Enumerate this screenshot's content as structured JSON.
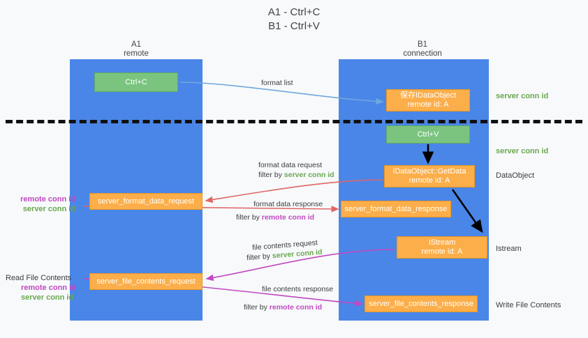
{
  "title": {
    "line1": "A1 - Ctrl+C",
    "line2": "B1 - Ctrl+V"
  },
  "columns": {
    "a": {
      "name": "A1",
      "role": "remote"
    },
    "b": {
      "name": "B1",
      "role": "connection"
    }
  },
  "boxes": {
    "ctrl_c": "Ctrl+C",
    "ctrl_v": "Ctrl+V",
    "idataobject_title": "保存IDataObject",
    "idataobject_sub": "remote id: A",
    "getdata_title": "IDataObject::GetData",
    "getdata_sub": "remote id: A",
    "istream_title": "IStream",
    "istream_sub": "remote id: A",
    "server_format_data_request": "server_format_data_request",
    "server_format_data_response": "server_format_data_response",
    "server_file_contents_request": "server_file_contents_request",
    "server_file_contents_response": "server_file_contents_response"
  },
  "side_labels": {
    "server_conn_id_1": "server conn id",
    "server_conn_id_2": "server conn id",
    "dataobject": "DataObject",
    "istream": "Istream",
    "write_file_contents": "Write File Contents",
    "read_file_contents": "Read File Contents",
    "remote_conn_id_left1": "remote conn id",
    "server_conn_id_left1": "server conn id",
    "remote_conn_id_left2": "remote conn id",
    "server_conn_id_left2": "server conn id"
  },
  "arrow_labels": {
    "format_list": "format list",
    "format_data_request": "format data request",
    "format_data_request_filter_prefix": "filter by ",
    "format_data_request_filter_value": "server conn id",
    "format_data_response": "format data response",
    "format_data_response_filter_prefix": "filter by ",
    "format_data_response_filter_value": "remote conn id",
    "file_contents_request": "file contents request",
    "file_contents_request_filter_prefix": "filter by ",
    "file_contents_request_filter_value": "server conn id",
    "file_contents_response": "file contents response",
    "file_contents_response_filter_prefix": "filter by ",
    "file_contents_response_filter_value": "remote conn id"
  },
  "colors": {
    "band": "#4a86e8",
    "green_box": "#7bc47f",
    "orange_box": "#fbae49",
    "server_conn_id": "#6aa84f",
    "remote_conn_id": "#c248c2",
    "arrow_blue": "#6fa8dc",
    "arrow_red": "#e06666",
    "arrow_magenta": "#c248c2",
    "arrow_black": "#000000"
  }
}
